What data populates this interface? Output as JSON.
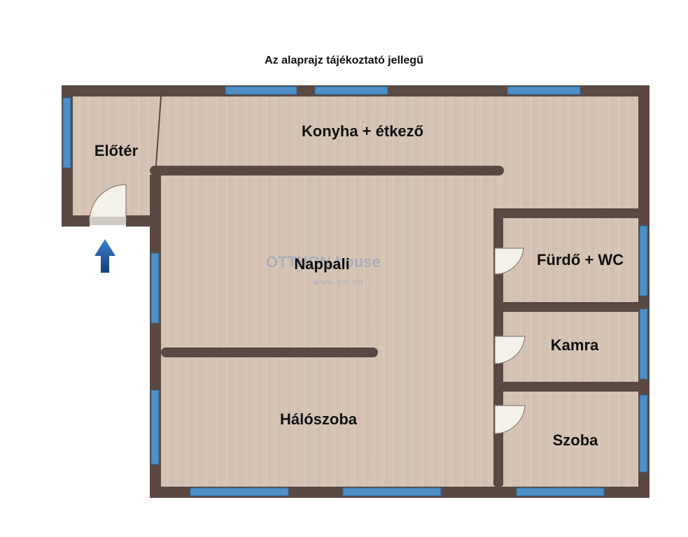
{
  "title": "Az alaprajz tájékoztató jellegű",
  "rooms": [
    {
      "id": "eloter",
      "label": "Előtér"
    },
    {
      "id": "konyha",
      "label": "Konyha + étkező"
    },
    {
      "id": "nappali",
      "label": "Nappali"
    },
    {
      "id": "furdo",
      "label": "Fürdő + WC"
    },
    {
      "id": "kamra",
      "label": "Kamra"
    },
    {
      "id": "szoba",
      "label": "Szoba"
    },
    {
      "id": "haloszoba",
      "label": "Hálószoba"
    }
  ],
  "watermark": {
    "text": "OTTHON house",
    "sub": "www.oh.hu"
  },
  "icons": {
    "entrance": "entrance-arrow-icon"
  },
  "colors": {
    "wall": "#5a4842",
    "floor": "#d6c4b4",
    "window": "#4d8fc6",
    "arrow": "#1f5fae",
    "door": "#f4f0ea"
  }
}
